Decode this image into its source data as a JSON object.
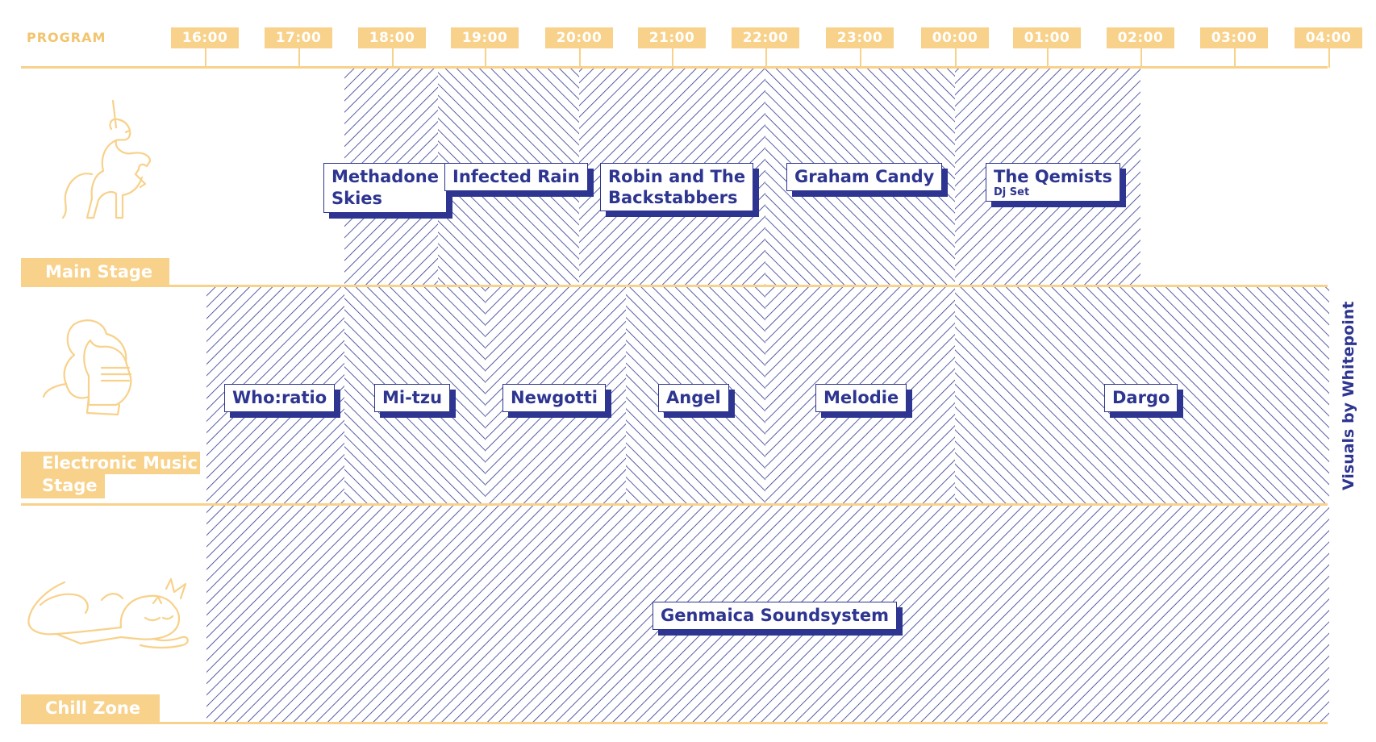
{
  "header": {
    "program_label": "PROGRAM",
    "times": [
      "16:00",
      "17:00",
      "18:00",
      "19:00",
      "20:00",
      "21:00",
      "22:00",
      "23:00",
      "00:00",
      "01:00",
      "02:00",
      "03:00",
      "04:00"
    ]
  },
  "stages": {
    "main": {
      "label": "Main Stage",
      "mascot": "unicorn-icon",
      "acts": [
        {
          "name": "Methadone Skies",
          "line1": "Methadone",
          "line2": "Skies"
        },
        {
          "name": "Infected Rain"
        },
        {
          "name": "Robin and The Backstabbers",
          "line1": "Robin and The",
          "line2": "Backstabbers"
        },
        {
          "name": "Graham Candy"
        },
        {
          "name": "The Qemists",
          "sub": "Dj Set"
        }
      ]
    },
    "electronic": {
      "label_line1": "Electronic Music",
      "label_line2": "Stage",
      "mascot": "knight-helmet-icon",
      "acts": [
        {
          "name": "Who:ratio"
        },
        {
          "name": "Mi-tzu"
        },
        {
          "name": "Newgotti"
        },
        {
          "name": "Angel"
        },
        {
          "name": "Melodie"
        },
        {
          "name": "Dargo"
        }
      ]
    },
    "chill": {
      "label": "Chill Zone",
      "mascot": "sleeping-dragon-icon",
      "acts": [
        {
          "name": "Genmaica Soundsystem"
        }
      ]
    }
  },
  "credit": "Visuals by Whitepoint",
  "colors": {
    "gold": "#f8d18a",
    "navy": "#2d3590",
    "white": "#ffffff"
  }
}
